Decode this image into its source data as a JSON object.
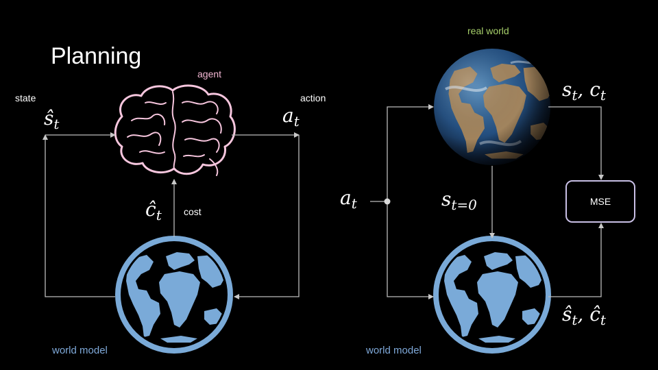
{
  "title": "Planning",
  "left": {
    "agent_label": "agent",
    "state_label": "state",
    "state_var": "ŝ",
    "state_sub": "t",
    "action_label": "action",
    "action_var": "a",
    "action_sub": "t",
    "cost_label": "cost",
    "cost_var": "ĉ",
    "cost_sub": "t",
    "world_model_label": "world model"
  },
  "right": {
    "real_world_label": "real world",
    "action_var": "a",
    "action_sub": "t",
    "state_cost_var": "s",
    "state_cost_sub": "t",
    "state_cost_sep": ", c",
    "state_cost_sub2": "t",
    "init_var": "s",
    "init_sub": "t=0",
    "mse_label": "MSE",
    "pred_var": "ŝ",
    "pred_sub": "t",
    "pred_sep": ", ĉ",
    "pred_sub2": "t",
    "world_model_label": "world model"
  },
  "colors": {
    "background": "#000000",
    "agent_label": "#f3b7d3",
    "brain_stroke": "#f7c6de",
    "real_world_label": "#a6cf6a",
    "world_model_label": "#7fa9d9",
    "globe_blue": "#7aaad8",
    "arrow": "#bdbdbd",
    "mse_border": "#c9c0e6"
  }
}
